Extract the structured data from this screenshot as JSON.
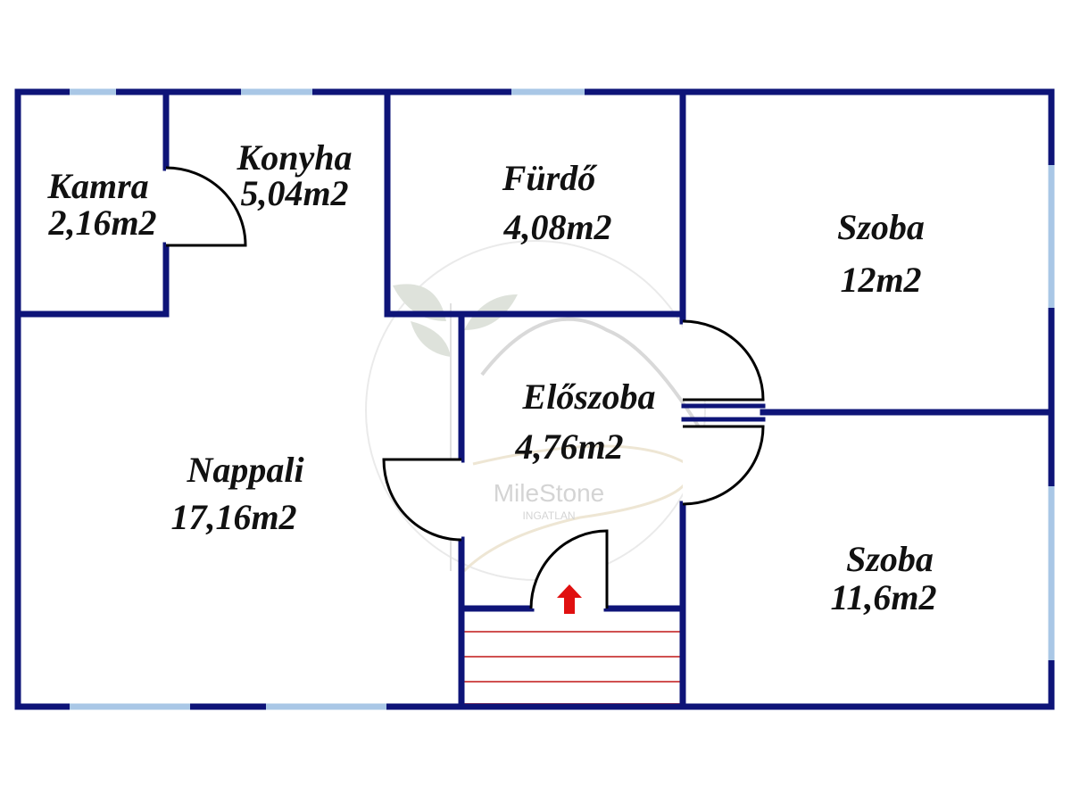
{
  "rooms": [
    {
      "name": "Kamra",
      "area": "2,16m2"
    },
    {
      "name": "Konyha",
      "area": "5,04m2"
    },
    {
      "name": "Fürdő",
      "area": "4,08m2"
    },
    {
      "name": "Szoba",
      "area": "12m2"
    },
    {
      "name": "Előszoba",
      "area": "4,76m2"
    },
    {
      "name": "Nappali",
      "area": "17,16m2"
    },
    {
      "name": "Szoba",
      "area": "11,6m2"
    }
  ],
  "watermark": {
    "brand": "MileStone",
    "sub": "INGATLAN"
  },
  "colors": {
    "wall": "#0e1478",
    "window": "#a9c7e6",
    "stairs": "#d05050",
    "arrow": "#e01010"
  }
}
